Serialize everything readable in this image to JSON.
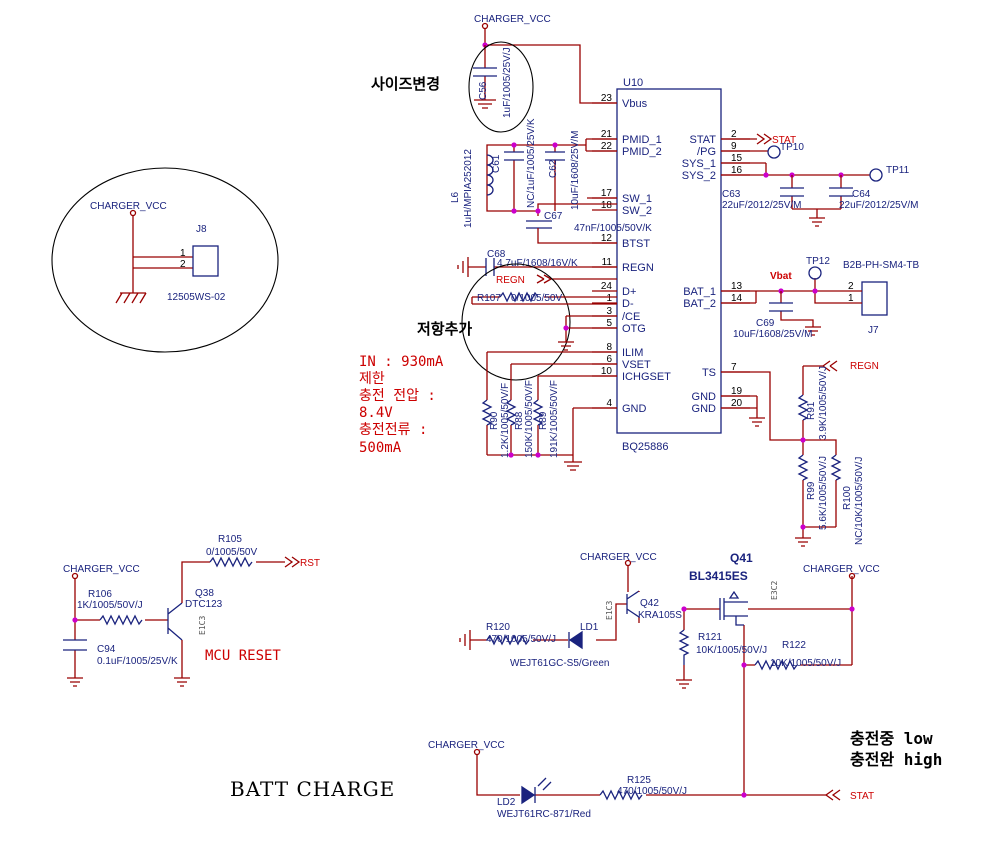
{
  "title": "BATT CHARGE",
  "annotations": {
    "resize": "사이즈변경",
    "add_resistor": "저항추가",
    "in_limit": "IN : 930mA",
    "limit": "제한",
    "charge_voltage": "충전 전압 :",
    "charge_voltage_value": "8.4V",
    "charge_current": "충전전류 :",
    "charge_current_value": "500mA",
    "mcu_reset": "MCU RESET",
    "charging_low": "충전중 low",
    "charged_high": "충전완 high"
  },
  "nets": {
    "charger_vcc": "CHARGER_VCC",
    "stat": "STAT",
    "regn": "REGN",
    "rst": "RST",
    "vbat": "Vbat"
  },
  "connectors": {
    "j8_ref": "J8",
    "j8_part": "12505WS-02",
    "j7_ref": "J7",
    "j7_part": "B2B-PH-SM4-TB",
    "pin1": "1",
    "pin2": "2"
  },
  "ic": {
    "ref": "U10",
    "part": "BQ25886",
    "left_pins": [
      {
        "num": "23",
        "name": "Vbus"
      },
      {
        "num": "21",
        "name": "PMID_1"
      },
      {
        "num": "22",
        "name": "PMID_2"
      },
      {
        "num": "17",
        "name": "SW_1"
      },
      {
        "num": "18",
        "name": "SW_2"
      },
      {
        "num": "12",
        "name": "BTST"
      },
      {
        "num": "11",
        "name": "REGN"
      },
      {
        "num": "24",
        "name": "D+"
      },
      {
        "num": "1",
        "name": "D-"
      },
      {
        "num": "3",
        "name": "/CE"
      },
      {
        "num": "5",
        "name": "OTG"
      },
      {
        "num": "8",
        "name": "ILIM"
      },
      {
        "num": "6",
        "name": "VSET"
      },
      {
        "num": "10",
        "name": "ICHGSET"
      },
      {
        "num": "4",
        "name": "GND"
      }
    ],
    "right_pins": [
      {
        "num": "2",
        "name": "STAT"
      },
      {
        "num": "9",
        "name": "/PG"
      },
      {
        "num": "15",
        "name": "SYS_1"
      },
      {
        "num": "16",
        "name": "SYS_2"
      },
      {
        "num": "13",
        "name": "BAT_1"
      },
      {
        "num": "14",
        "name": "BAT_2"
      },
      {
        "num": "7",
        "name": "TS"
      },
      {
        "num": "19",
        "name": "GND"
      },
      {
        "num": "20",
        "name": "GND"
      }
    ]
  },
  "parts": {
    "c56": "C56",
    "c56_val": "1uF/1005/25V/J",
    "c61": "C61",
    "c61_val": "NC/1uF/1005/25V/K",
    "c62": "C62",
    "c62_val": "10uF/1608/25V/M",
    "l6": "L6",
    "l6_val": "1uH/MPIA252012",
    "c67": "C67",
    "c67_val": "47nF/1005/50V/K",
    "c68": "C68",
    "c68_val": "4.7uF/1608/16V/K",
    "r107": "R107",
    "r107_val": "0/1005/50V",
    "r90": "R90",
    "r90_val": "1.2K/1005/50V/F",
    "r88": "R88",
    "r88_val": "150K/1005/50V/F",
    "r89": "R89",
    "r89_val": "191K/1005/50V/F",
    "tp10": "TP10",
    "tp11": "TP11",
    "tp12": "TP12",
    "c63": "C63",
    "c63_val": "22uF/2012/25V/M",
    "c64": "C64",
    "c64_val": "22uF/2012/25V/M",
    "c69": "C69",
    "c69_val": "10uF/1608/25V/M",
    "r91": "R91",
    "r91_val": "3.9K/1005/50V/J",
    "r99": "R99",
    "r99_val": "5.6K/1005/50V/J",
    "r100": "R100",
    "r100_val": "NC/10K/1005/50V/J",
    "r105": "R105",
    "r105_val": "0/1005/50V",
    "r106": "R106",
    "r106_val": "1K/1005/50V/J",
    "q38": "Q38",
    "q38_val": "DTC123",
    "q38_code": "E1C3",
    "c94": "C94",
    "c94_val": "0.1uF/1005/25V/K",
    "q41": "Q41",
    "q41_val": "BL3415ES",
    "q41_code": "E3C2",
    "q42": "Q42",
    "q42_val": "KRA105S",
    "q42_code": "E1C3",
    "r120": "R120",
    "r120_val": "470/1005/50V/J",
    "ld1": "LD1",
    "ld1_val": "WEJT61GC-S5/Green",
    "r121": "R121",
    "r121_val": "10K/1005/50V/J",
    "r122": "R122",
    "r122_val": "10K/1005/50V/J",
    "ld2": "LD2",
    "ld2_val": "WEJT61RC-871/Red",
    "r125": "R125",
    "r125_val": "470/1005/50V/J"
  }
}
